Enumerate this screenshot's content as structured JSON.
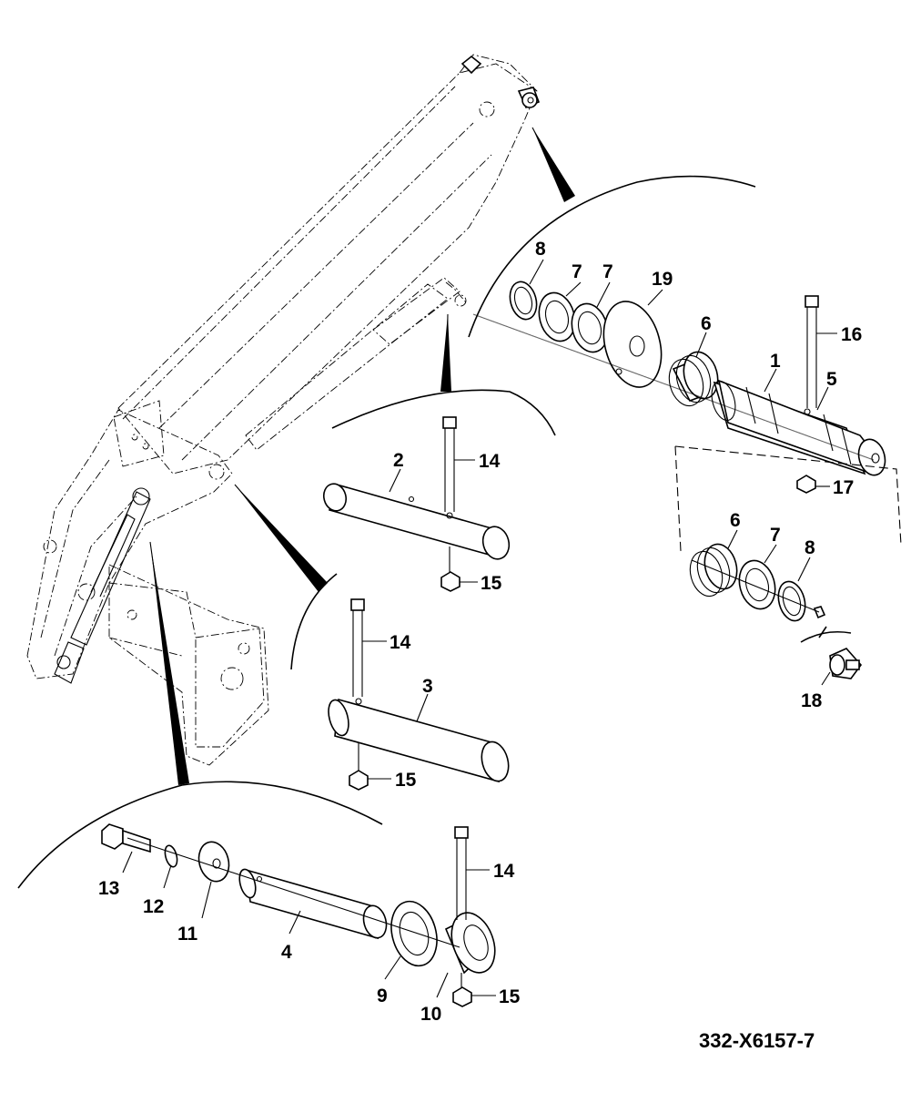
{
  "drawing_number": "332-X6157-7",
  "callouts": [
    {
      "id": "c8a",
      "label": "8"
    },
    {
      "id": "c7a",
      "label": "7"
    },
    {
      "id": "c7b",
      "label": "7"
    },
    {
      "id": "c19",
      "label": "19"
    },
    {
      "id": "c6a",
      "label": "6"
    },
    {
      "id": "c1",
      "label": "1"
    },
    {
      "id": "c16",
      "label": "16"
    },
    {
      "id": "c5",
      "label": "5"
    },
    {
      "id": "c17",
      "label": "17"
    },
    {
      "id": "c6b",
      "label": "6"
    },
    {
      "id": "c7c",
      "label": "7"
    },
    {
      "id": "c8b",
      "label": "8"
    },
    {
      "id": "c18",
      "label": "18"
    },
    {
      "id": "c2",
      "label": "2"
    },
    {
      "id": "c14a",
      "label": "14"
    },
    {
      "id": "c15a",
      "label": "15"
    },
    {
      "id": "c14b",
      "label": "14"
    },
    {
      "id": "c3",
      "label": "3"
    },
    {
      "id": "c15b",
      "label": "15"
    },
    {
      "id": "c13",
      "label": "13"
    },
    {
      "id": "c12",
      "label": "12"
    },
    {
      "id": "c11",
      "label": "11"
    },
    {
      "id": "c4",
      "label": "4"
    },
    {
      "id": "c9",
      "label": "9"
    },
    {
      "id": "c10",
      "label": "10"
    },
    {
      "id": "c14c",
      "label": "14"
    },
    {
      "id": "c15c",
      "label": "15"
    }
  ]
}
